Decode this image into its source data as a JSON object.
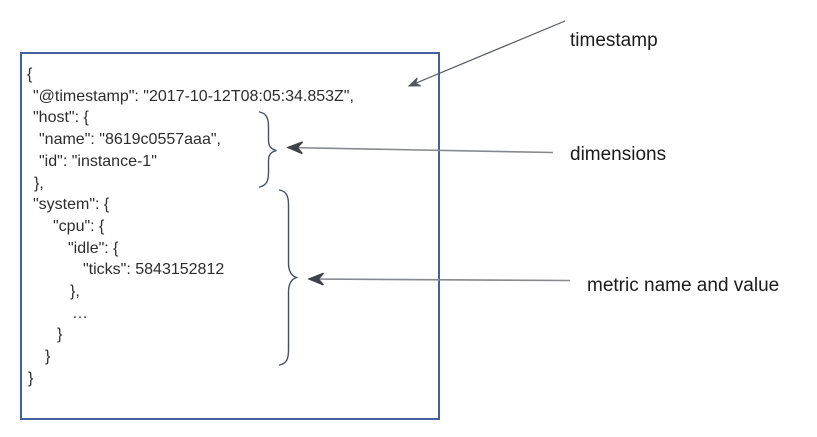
{
  "diagram": {
    "code": {
      "lines": [
        {
          "t": "{",
          "ind": 5
        },
        {
          "t": "\"@timestamp\": \"2017-10-12T08:05:34.853Z\",",
          "ind": 11
        },
        {
          "t": "\"host\": {",
          "ind": 11
        },
        {
          "t": "\"name\": \"8619c0557aaa\",",
          "ind": 17
        },
        {
          "t": "\"id\": \"instance-1\"",
          "ind": 17
        },
        {
          "t": "},",
          "ind": 12
        },
        {
          "t": "\"system\": {",
          "ind": 11
        },
        {
          "t": "\"cpu\": {",
          "ind": 31
        },
        {
          "t": "\"idle\": {",
          "ind": 46
        },
        {
          "t": "\"ticks\": 5843152812",
          "ind": 61
        },
        {
          "t": "},",
          "ind": 48
        },
        {
          "t": "…",
          "ind": 50
        },
        {
          "t": "}",
          "ind": 35
        },
        {
          "t": "}",
          "ind": 23
        },
        {
          "t": "}",
          "ind": 6
        }
      ]
    },
    "labels": {
      "timestamp": "timestamp",
      "dimensions": "dimensions",
      "metric": "metric name and value"
    },
    "colors": {
      "box_border": "#44619d",
      "code_text": "#2d2d2d",
      "brace": "#475061",
      "arrow_dark": "#53565c",
      "arrow_gray": "#85888c",
      "label_text": "#1b1b1b",
      "background": "#ffffff"
    }
  }
}
